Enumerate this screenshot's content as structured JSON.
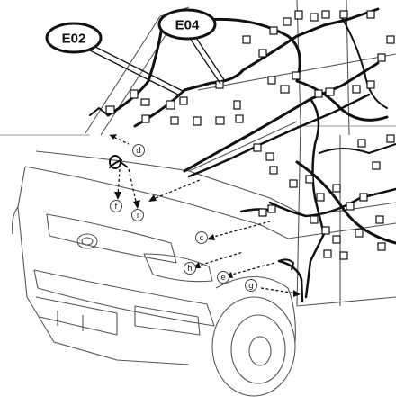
{
  "callouts": [
    {
      "id": "e02",
      "label": "E02"
    },
    {
      "id": "e04",
      "label": "E04"
    }
  ],
  "connector_markers": [
    {
      "id": "c",
      "label": "c"
    },
    {
      "id": "d",
      "label": "d"
    },
    {
      "id": "e",
      "label": "e"
    },
    {
      "id": "f",
      "label": "f"
    },
    {
      "id": "g",
      "label": "g"
    },
    {
      "id": "h",
      "label": "h"
    },
    {
      "id": "i",
      "label": "i"
    }
  ]
}
